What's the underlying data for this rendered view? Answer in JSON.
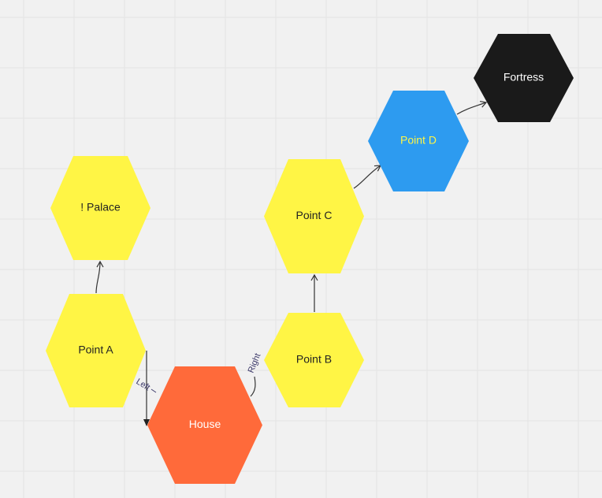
{
  "nodes": {
    "palace": {
      "label": "! Palace",
      "fill": "#fff545",
      "text_color": "#222222"
    },
    "point_a": {
      "label": "Point A",
      "fill": "#fff545",
      "text_color": "#222222"
    },
    "house": {
      "label": "House",
      "fill": "#ff6a3a",
      "text_color": "#ffffff"
    },
    "point_b": {
      "label": "Point B",
      "fill": "#fff545",
      "text_color": "#222222"
    },
    "point_c": {
      "label": "Point C",
      "fill": "#fff545",
      "text_color": "#222222"
    },
    "point_d": {
      "label": "Point D",
      "fill": "#2d9bf0",
      "text_color": "#fff545"
    },
    "fortress": {
      "label": "Fortress",
      "fill": "#1a1a1a",
      "text_color": "#ffffff"
    }
  },
  "edges": {
    "left": {
      "label": "Left"
    },
    "right": {
      "label": "Right"
    }
  }
}
